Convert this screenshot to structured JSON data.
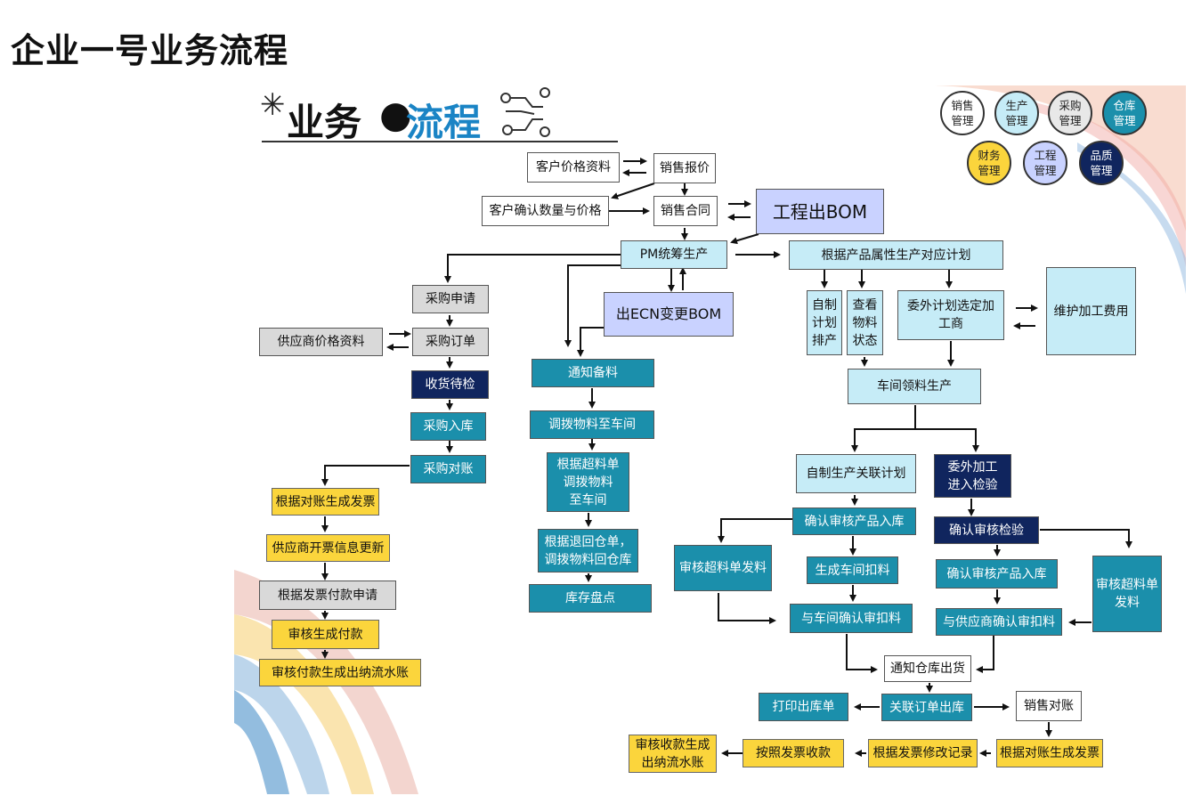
{
  "page_title": "企业一号业务流程",
  "logo": {
    "star": "✳",
    "text_black": "业务",
    "dot": "●",
    "text_blue": "流程"
  },
  "legend": [
    {
      "id": "sales",
      "label": "销售\n管理",
      "style": "c-white"
    },
    {
      "id": "prod",
      "label": "生产\n管理",
      "style": "c-lblue"
    },
    {
      "id": "purch",
      "label": "采购\n管理",
      "style": "c-gray"
    },
    {
      "id": "wh",
      "label": "仓库\n管理",
      "style": "c-teal"
    },
    {
      "id": "fin",
      "label": "财务\n管理",
      "style": "c-yellow"
    },
    {
      "id": "eng",
      "label": "工程\n管理",
      "style": "c-purple"
    },
    {
      "id": "qc",
      "label": "品质\n管理",
      "style": "c-navy"
    }
  ],
  "nodes": {
    "cust_price": "客户价格资料",
    "sales_quote": "销售报价",
    "cust_confirm": "客户确认数量与价格",
    "sales_contract": "销售合同",
    "eng_bom": "工程出BOM",
    "pm": "PM统筹生产",
    "plan_by_attr": "根据产品属性生产对应计划",
    "pur_req": "采购申请",
    "ecn_bom": "出ECN变更BOM",
    "supplier_price": "供应商价格资料",
    "pur_order": "采购订单",
    "recv_inspect": "收货待检",
    "pur_in": "采购入库",
    "pur_recon": "采购对账",
    "notify_prep": "通知备料",
    "transfer_mat": "调拨物料至车间",
    "over_transfer": "根据超料单\n调拨物料\n至车间",
    "return_transfer": "根据退回仓单，\n调拨物料回仓库",
    "stock_count": "库存盘点",
    "self_sched": "自制\n计划\n排产",
    "check_mat": "查看\n物料\n状态",
    "outsource_sel": "委外计划选定加\n工商",
    "maint_cost": "维护加工费用",
    "workshop_prod": "车间领料生产",
    "self_plan": "自制生产关联计划",
    "outsource_in": "委外加工\n进入检验",
    "confirm_in_self": "确认审核产品入库",
    "confirm_inspect": "确认审核检验",
    "over_issue_l": "审核超料单发料",
    "gen_deduct": "生成车间扣料",
    "confirm_in_out": "确认审核产品入库",
    "over_issue_r": "审核超料单\n发料",
    "ws_deduct": "与车间确认审扣料",
    "sup_deduct": "与供应商确认审扣料",
    "notify_ship": "通知仓库出货",
    "print_out": "打印出库单",
    "link_out": "关联订单出库",
    "sales_recon": "销售对账",
    "gen_invoice_pur": "根据对账生成发票",
    "sup_invoice_upd": "供应商开票信息更新",
    "pay_req": "根据发票付款申请",
    "gen_pay": "审核生成付款",
    "pay_journal": "审核付款生成出纳流水账",
    "recv_journal": "审核收款生成\n出纳流水账",
    "collect": "按照发票收款",
    "invoice_mod": "根据发票修改记录",
    "gen_invoice_sales": "根据对账生成发票"
  },
  "colors": {
    "white": "#ffffff",
    "gray": "#d9d9d9",
    "light_blue": "#c6ecf7",
    "teal": "#1b8fab",
    "navy": "#10255e",
    "yellow": "#fbd53c",
    "purple": "#c9d2ff"
  }
}
